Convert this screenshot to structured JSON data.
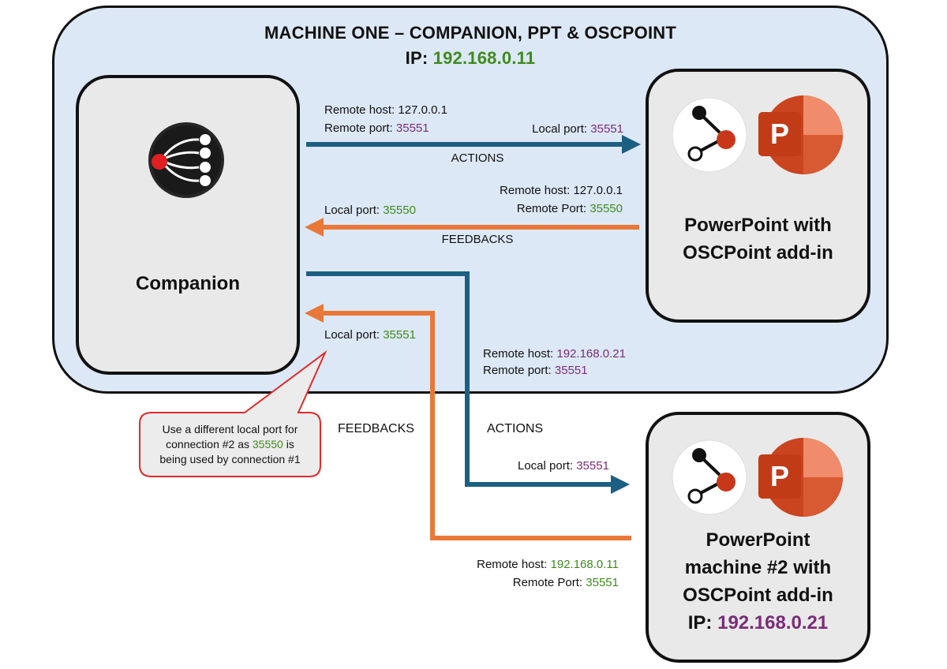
{
  "machine_one": {
    "title": "MACHINE ONE – COMPANION, PPT & OSCPOINT",
    "ip_label": "IP:",
    "ip_value": "192.168.0.11"
  },
  "companion": {
    "label": "Companion",
    "icon": "companion-logo-icon"
  },
  "ppt1": {
    "label_line1": "PowerPoint with",
    "label_line2": "OSCPoint add-in",
    "icons": [
      "oscpoint-icon",
      "powerpoint-icon"
    ],
    "ppt_letter": "P"
  },
  "ppt2": {
    "label_line1": "PowerPoint",
    "label_line2": "machine #2 with",
    "label_line3": "OSCPoint add-in",
    "ip_label": "IP:",
    "ip_value": "192.168.0.21",
    "icons": [
      "oscpoint-icon",
      "powerpoint-icon"
    ],
    "ppt_letter": "P"
  },
  "conn1_actions": {
    "remote_host_label": "Remote host:",
    "remote_host_value": "127.0.0.1",
    "remote_port_label": "Remote port:",
    "remote_port_value": "35551",
    "local_port_label": "Local port:",
    "local_port_value": "35551",
    "label": "ACTIONS",
    "color": "#1b5f82"
  },
  "conn1_feedbacks": {
    "remote_host_label": "Remote host:",
    "remote_host_value": "127.0.0.1",
    "remote_port_label": "Remote Port:",
    "remote_port_value": "35550",
    "local_port_label": "Local port:",
    "local_port_value": "35550",
    "label": "FEEDBACKS",
    "color": "#e97838"
  },
  "conn2_actions": {
    "remote_host_label": "Remote host:",
    "remote_host_value": "192.168.0.21",
    "remote_port_label": "Remote port:",
    "remote_port_value": "35551",
    "local_port_label": "Local port:",
    "local_port_value": "35551",
    "label": "ACTIONS"
  },
  "conn2_feedbacks": {
    "local_port_label": "Local port:",
    "local_port_value": "35551",
    "remote_host_label": "Remote host:",
    "remote_host_value": "192.168.0.11",
    "remote_port_label": "Remote Port:",
    "remote_port_value": "35551",
    "label": "FEEDBACKS"
  },
  "callout": {
    "line1": "Use a different local port for",
    "line2_a": "connection #2 as",
    "line2_b": "35550",
    "line2_c": "is",
    "line3": "being used by connection #1"
  }
}
